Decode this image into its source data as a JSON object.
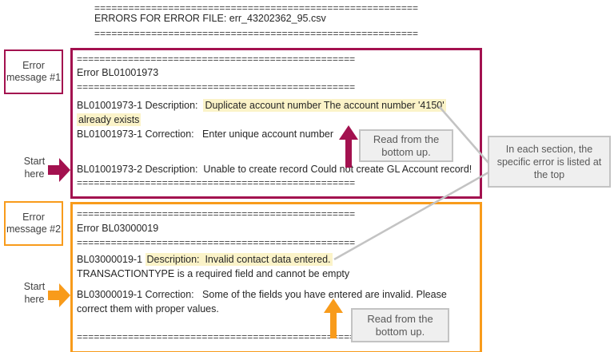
{
  "colors": {
    "maroon": "#A3114F",
    "orange": "#F89B1B",
    "highlight": "#FBF3C8",
    "gray_fill": "#EFEFEF",
    "gray_border": "#C3C3C3",
    "gray_text": "#595959"
  },
  "header": {
    "rule": "=========================================================",
    "title": "ERRORS FOR ERROR FILE: err_43202362_95.csv"
  },
  "left_panel": {
    "error1_label": "Error message #1",
    "error2_label": "Error message #2",
    "start1": "Start here",
    "start2": "Start here"
  },
  "callouts": {
    "read_up_1": "Read from the bottom up.",
    "read_up_2": "Read from the bottom up.",
    "side_note": "In each section, the specific error is listed at the top"
  },
  "section1": {
    "rule": "=================================================",
    "title": "Error BL01001973",
    "desc1_prefix": "BL01001973-1 Description:  ",
    "desc1_highlight": "Duplicate account number The account number '4150'",
    "desc1_highlight_line2": "already exists",
    "correction": "BL01001973-1 Correction:   Enter unique account number",
    "desc2": "BL01001973-2 Description:  Unable to create record Could not create GL Account record!"
  },
  "section2": {
    "rule": "=================================================",
    "title": "Error BL03000019",
    "desc1_prefix": "BL03000019-1 ",
    "desc1_highlight": "Description:  Invalid contact data entered.",
    "desc1_line2": "TRANSACTIONTYPE is a required field and cannot be empty",
    "correction1": "BL03000019-1 Correction:   Some of the fields you have entered are invalid. Please",
    "correction2": "correct them with proper values."
  }
}
